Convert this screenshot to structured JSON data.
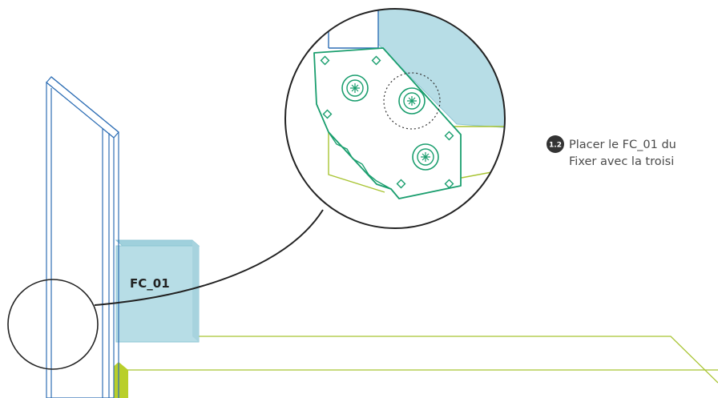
{
  "part": {
    "label": "FC_01"
  },
  "step": {
    "badge": "1.2",
    "line1": "Placer le FC_01 du",
    "line2": "Fixer avec la troisi"
  },
  "colors": {
    "panel_outline": "#2f6fb5",
    "block_fill": "#b7dde6",
    "block_edge": "#8ec6d4",
    "floor_line": "#a8c432",
    "bracket": "#1a9e6e",
    "accent_green": "#b9cf2a",
    "badge": "#333333"
  },
  "icons": [
    "screw-head-icon",
    "magnifier-circle-icon"
  ]
}
